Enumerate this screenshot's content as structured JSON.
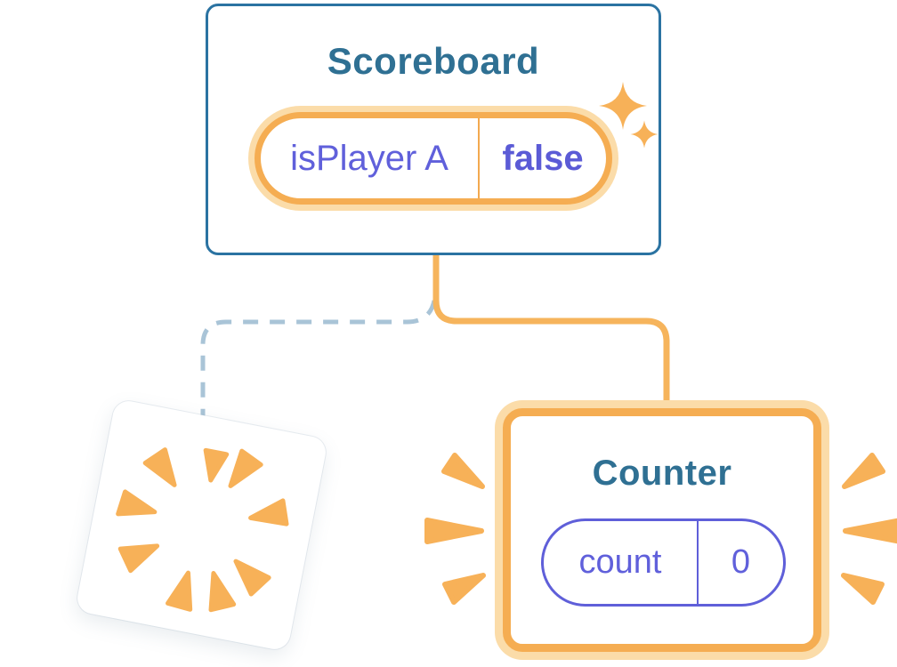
{
  "diagram": {
    "kind": "react-component-state-tree",
    "components": {
      "scoreboard": {
        "title": "Scoreboard",
        "state": {
          "name": "isPlayer A",
          "value": "false"
        },
        "highlighted": true
      },
      "counter": {
        "title": "Counter",
        "state": {
          "name": "count",
          "value": "0"
        },
        "highlighted": true
      },
      "removed": {
        "title": "",
        "note": "destroyed component shown as tilted blank card with poof burst"
      }
    },
    "connections": [
      {
        "from": "Scoreboard",
        "to": "Counter",
        "style": "solid-highlight"
      },
      {
        "from": "Scoreboard",
        "to": "removed",
        "style": "dashed"
      }
    ],
    "colors": {
      "background": "#ffffff",
      "component_border_blue": "#2B73A2",
      "component_title_teal": "#2F7093",
      "state_purple": "#6060DB",
      "state_purple_bold": "#5B5BD6",
      "highlight_orange": "#F5AD52",
      "highlight_halo": "#FBDCA9",
      "connector_active": "#F6B45C",
      "connector_removed_dashed": "#A9C4D7",
      "burst_orange": "#F7B158"
    },
    "icons": {
      "sparkle-icon": "✦ four-point stars (new state highlight)",
      "poof-burst-icon": "radial orange wedges (component destroyed)",
      "emphasis-rays-icon": "orange wedge rays flanking Counter"
    }
  }
}
